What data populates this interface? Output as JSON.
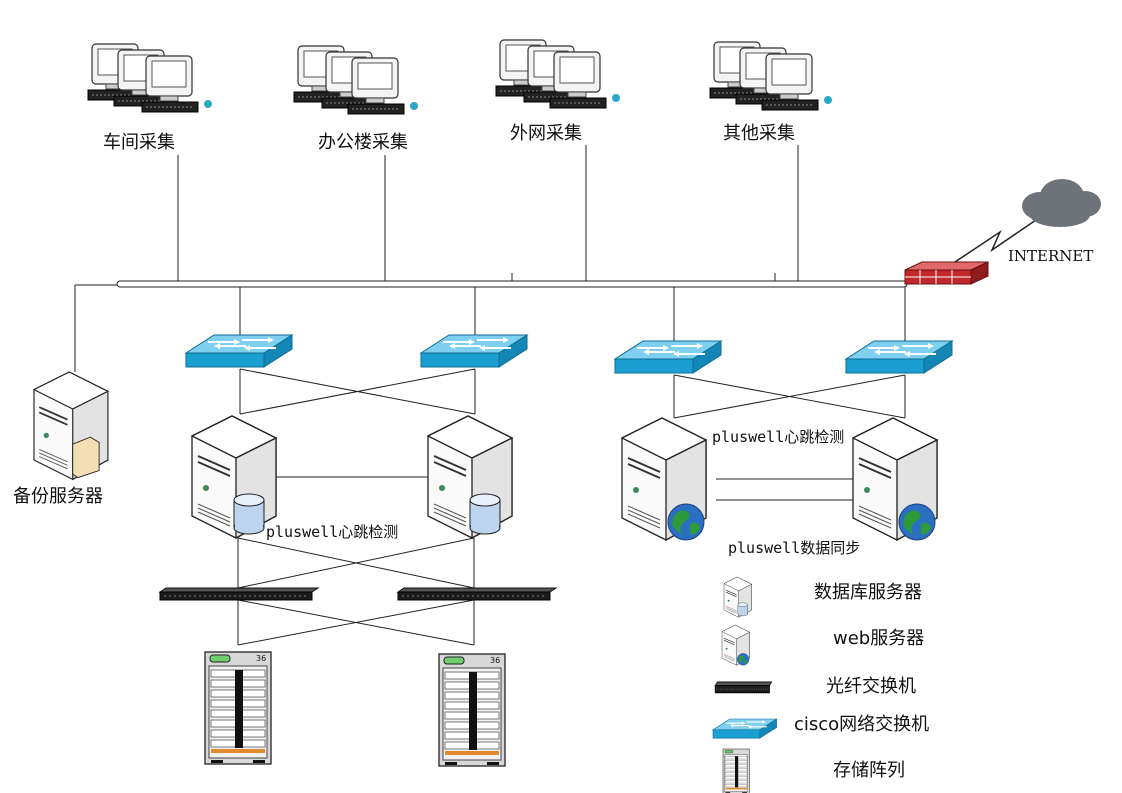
{
  "collection_points": [
    {
      "label": "车间采集"
    },
    {
      "label": "办公楼采集"
    },
    {
      "label": "外网采集"
    },
    {
      "label": "其他采集"
    }
  ],
  "internet_label": "INTERNET",
  "backup_server_label": "备份服务器",
  "db_cluster": {
    "heartbeat_label": "pluswell心跳检测"
  },
  "web_cluster": {
    "heartbeat_label": "pluswell心跳检测",
    "sync_label": "pluswell数据同步"
  },
  "legend": [
    {
      "icon": "database-server-icon",
      "label": "数据库服务器"
    },
    {
      "icon": "web-server-icon",
      "label": "web服务器"
    },
    {
      "icon": "fiber-switch-icon",
      "label": "光纤交换机"
    },
    {
      "icon": "cisco-switch-icon",
      "label": "cisco网络交换机"
    },
    {
      "icon": "storage-array-icon",
      "label": "存储阵列"
    }
  ],
  "colors": {
    "switch_blue": "#1a9fd0",
    "firewall_red": "#c0282a",
    "cloud_gray": "#6d7378",
    "globe_blue": "#2a6fc0",
    "globe_green": "#2f9a3a"
  },
  "storage_label": "36"
}
